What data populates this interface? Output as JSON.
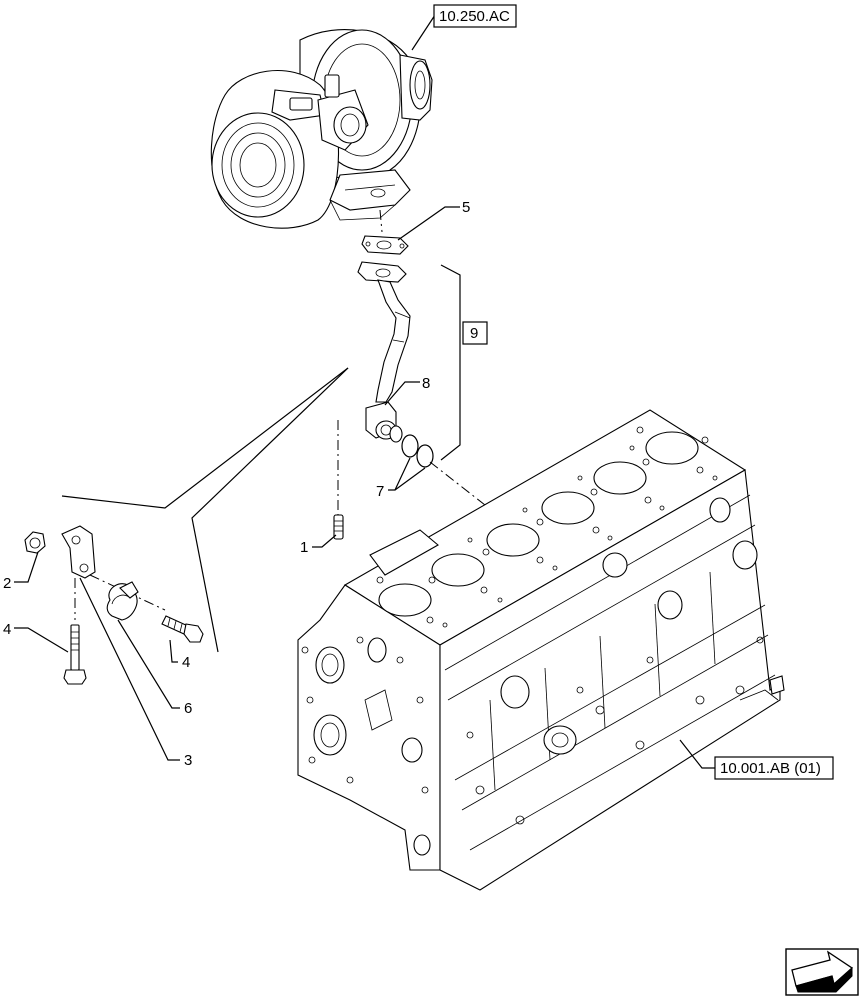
{
  "references": {
    "turbo": "10.250.AC",
    "block": "10.001.AB (01)",
    "kit": "9"
  },
  "callouts": {
    "c1": "1",
    "c2": "2",
    "c3": "3",
    "c4a": "4",
    "c4b": "4",
    "c5": "5",
    "c6": "6",
    "c7": "7",
    "c8": "8"
  },
  "icons": {
    "nav": "next-page-arrow-icon"
  }
}
